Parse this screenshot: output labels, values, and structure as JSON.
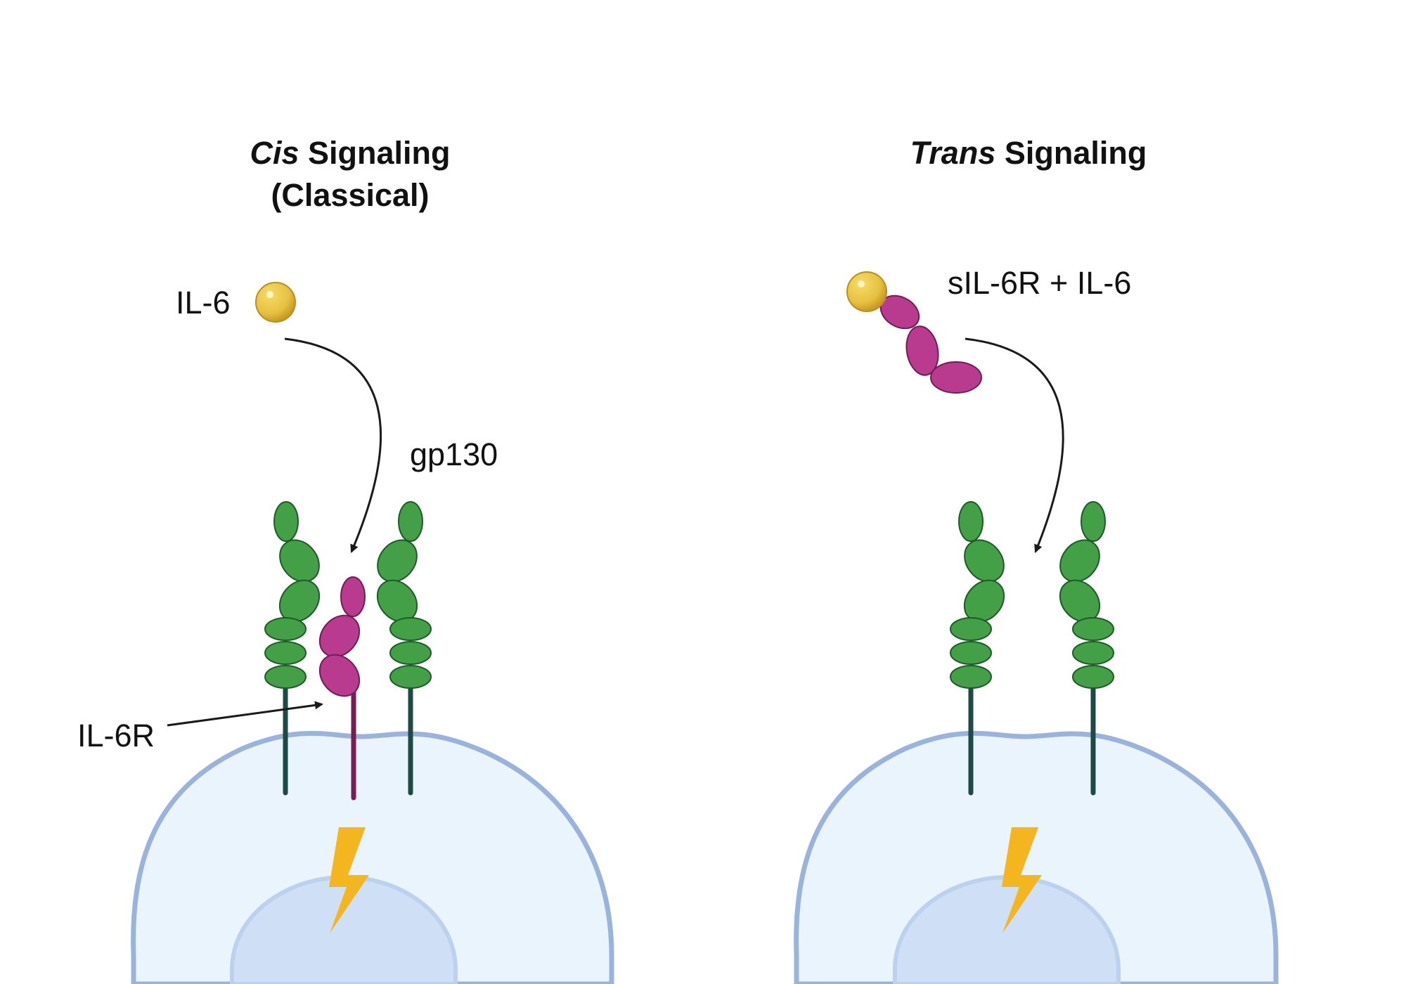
{
  "left_panel": {
    "title_italic": "Cis",
    "title_rest": " Signaling",
    "title_line2": "(Classical)",
    "label_ligand": "IL-6",
    "label_gp130": "gp130",
    "label_receptor": "IL-6R"
  },
  "right_panel": {
    "title_italic": "Trans",
    "title_rest": " Signaling",
    "label_complex": "sIL-6R + IL-6"
  },
  "colors": {
    "gp130": "#43a047",
    "il6r": "#b83b8f",
    "il6": "#e6c040",
    "cell_fill": "#eaf4fd",
    "cell_border": "#9ab3dc",
    "nucleus_fill": "#cfe0f6",
    "lightning": "#f4b61e"
  }
}
